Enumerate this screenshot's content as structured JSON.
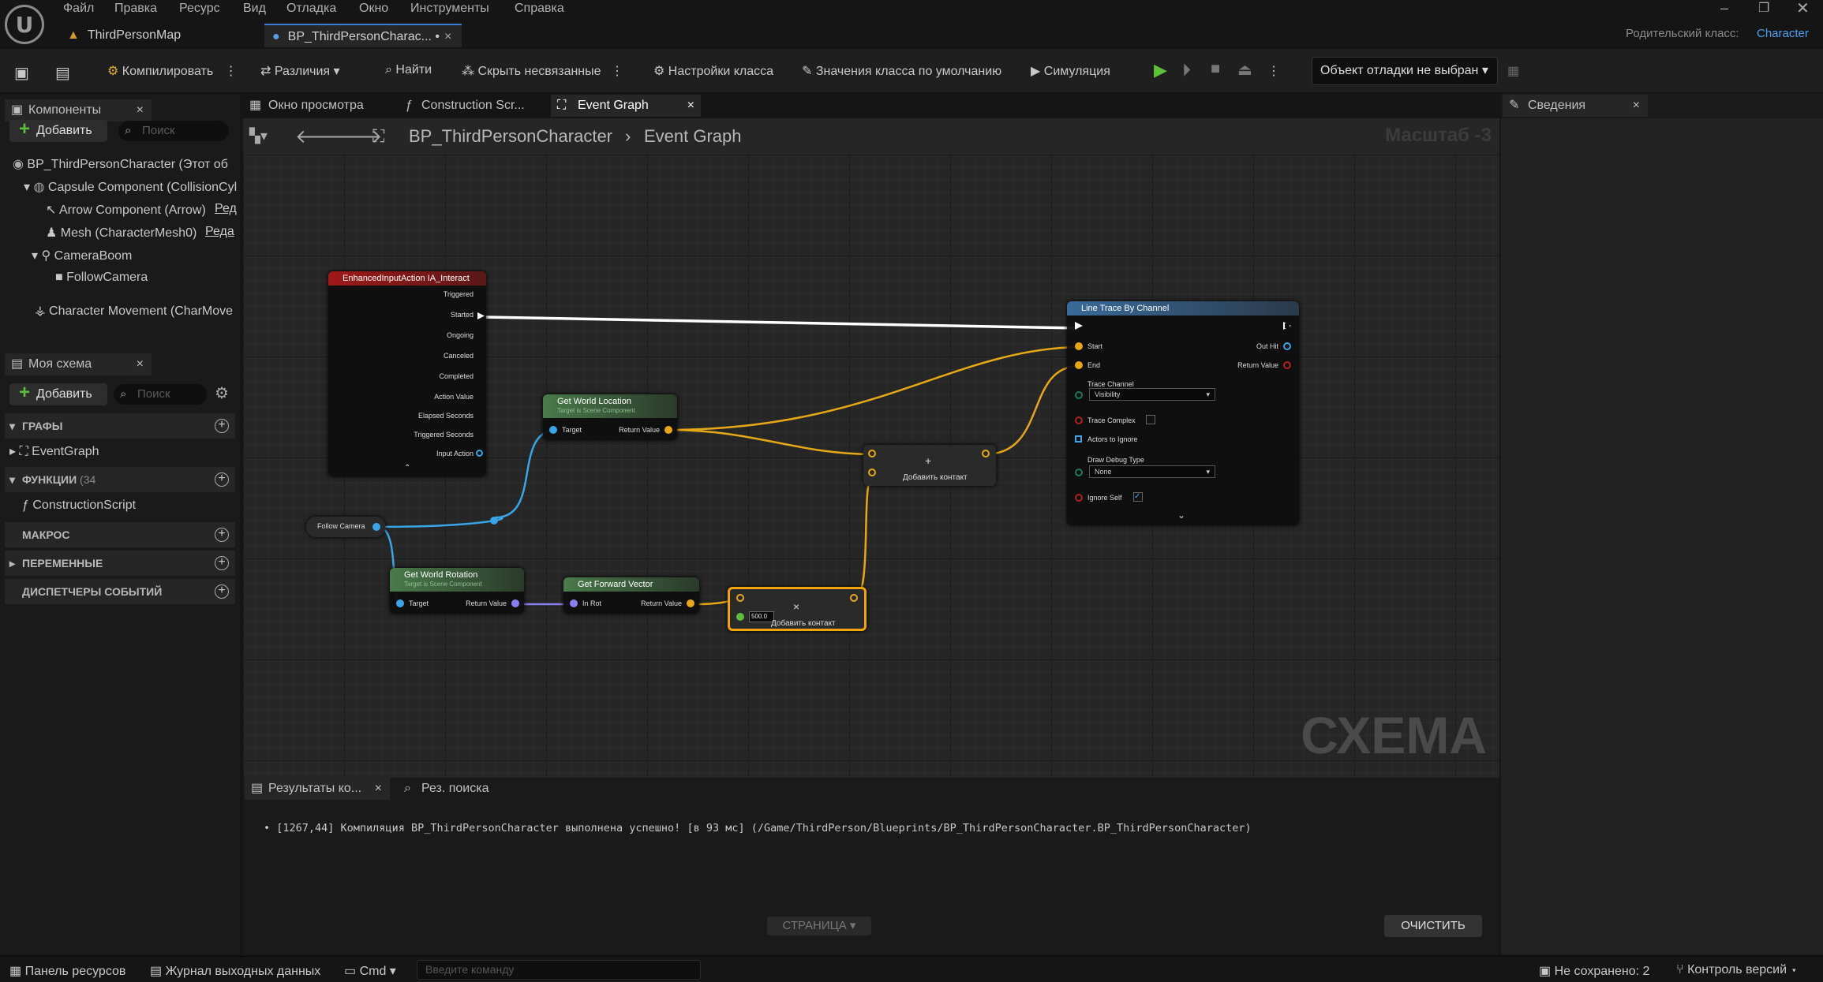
{
  "menu": [
    "Файл",
    "Правка",
    "Ресурс",
    "Вид",
    "Отладка",
    "Окно",
    "Инструменты",
    "Справка"
  ],
  "doc_tabs": {
    "map": "ThirdPersonMap",
    "bp": "BP_ThirdPersonCharac... •"
  },
  "parent_class": {
    "label": "Родительский класс:",
    "value": "Character"
  },
  "toolbar": {
    "compile": "Компилировать",
    "diff": "Различия",
    "find": "Найти",
    "hide": "Скрыть несвязанные",
    "class_settings": "Настройки класса",
    "class_defaults": "Значения класса по умолчанию",
    "simulation": "Симуляция",
    "debug_object": "Объект отладки не выбран"
  },
  "components": {
    "title": "Компоненты",
    "add": "Добавить",
    "search": "Поиск",
    "items": [
      "BP_ThirdPersonCharacter (Этот об",
      "Capsule Component (CollisionCyl",
      "Arrow Component (Arrow)",
      "Mesh (CharacterMesh0)",
      "CameraBoom",
      "FollowCamera",
      "Character Movement (CharMove"
    ],
    "edit1": "Ред",
    "edit2": "Реда"
  },
  "myschema": {
    "title": "Моя схема",
    "add": "Добавить",
    "search": "Поиск",
    "graphs": "ГРАФЫ",
    "eventgraph": "EventGraph",
    "functions": "ФУНКЦИИ",
    "functions_count": "(34",
    "construction": "ConstructionScript",
    "macros": "МАКРОС",
    "variables": "ПЕРЕМЕННЫЕ",
    "dispatchers": "ДИСПЕТЧЕРЫ СОБЫТИЙ"
  },
  "editor_tabs": [
    "Окно просмотра",
    "Construction Scr...",
    "Event Graph"
  ],
  "breadcrumb": {
    "bp": "BP_ThirdPersonCharacter",
    "graph": "Event Graph",
    "zoom": "Масштаб -3"
  },
  "watermark": "СХЕМА",
  "details": {
    "title": "Сведения"
  },
  "nodes": {
    "input": {
      "title": "EnhancedInputAction IA_Interact",
      "pins": [
        "Triggered",
        "Started",
        "Ongoing",
        "Canceled",
        "Completed",
        "Action Value",
        "Elapsed Seconds",
        "Triggered Seconds",
        "Input Action"
      ]
    },
    "gwl": {
      "title": "Get World Location",
      "sub": "Target is Scene Component",
      "target": "Target",
      "ret": "Return Value"
    },
    "follow": "Follow Camera",
    "gwr": {
      "title": "Get World Rotation",
      "sub": "Target is Scene Component",
      "target": "Target",
      "ret": "Return Value"
    },
    "gfv": {
      "title": "Get Forward Vector",
      "inrot": "In Rot",
      "ret": "Return Value"
    },
    "add": {
      "op": "+",
      "label": "Добавить контакт"
    },
    "mul": {
      "op": "×",
      "label": "Добавить контакт",
      "value": "500.0"
    },
    "trace": {
      "title": "Line Trace By Channel",
      "start": "Start",
      "end": "End",
      "outhit": "Out Hit",
      "ret": "Return Value",
      "channel_label": "Trace Channel",
      "channel": "Visibility",
      "complex": "Trace Complex",
      "ignore": "Actors to Ignore",
      "debug_label": "Draw Debug Type",
      "debug": "None",
      "ignore_self": "Ignore Self"
    }
  },
  "output": {
    "tab1": "Результаты ко...",
    "tab2": "Рез. поиска",
    "message": "[1267,44] Компиляция BP_ThirdPersonCharacter выполнена успешно! [в 93 мс] (/Game/ThirdPerson/Blueprints/BP_ThirdPersonCharacter.BP_ThirdPersonCharacter)",
    "page": "СТРАНИЦА",
    "clear": "ОЧИСТИТЬ"
  },
  "statusbar": {
    "content": "Панель ресурсов",
    "log": "Журнал выходных данных",
    "cmd": "Cmd",
    "cmd_placeholder": "Введите команду",
    "unsaved": "Не сохранено: 2",
    "vcs": "Контроль версий"
  }
}
